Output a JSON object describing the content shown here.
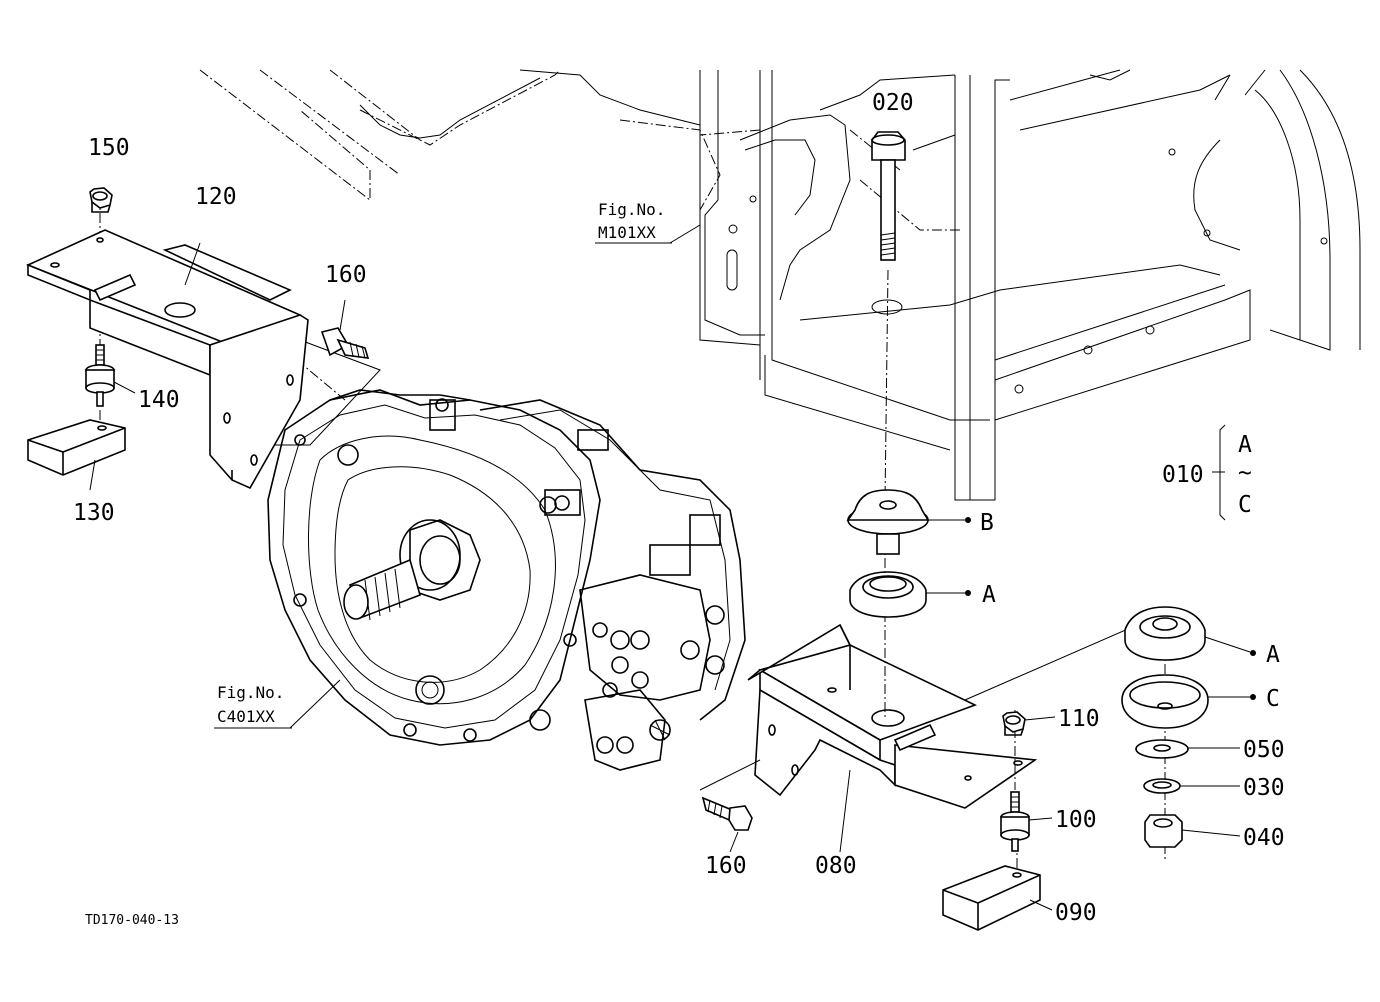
{
  "figure_code": "TD170-040-13",
  "fig_refs": [
    {
      "line1": "Fig.No.",
      "line2": "M101XX"
    },
    {
      "line1": "Fig.No.",
      "line2": "C401XX"
    }
  ],
  "parts": {
    "p020": "020",
    "p150": "150",
    "p120": "120",
    "p160_top": "160",
    "p140": "140",
    "p130": "130",
    "p010": "010",
    "p110": "110",
    "p050": "050",
    "p030": "030",
    "p040": "040",
    "p100": "100",
    "p160_bottom": "160",
    "p080": "080",
    "p090": "090"
  },
  "set_range": {
    "from": "A",
    "sep": "~",
    "to": "C"
  },
  "callouts": {
    "b_mid": "B",
    "a_mid": "A",
    "a_right": "A",
    "c_right": "C"
  }
}
